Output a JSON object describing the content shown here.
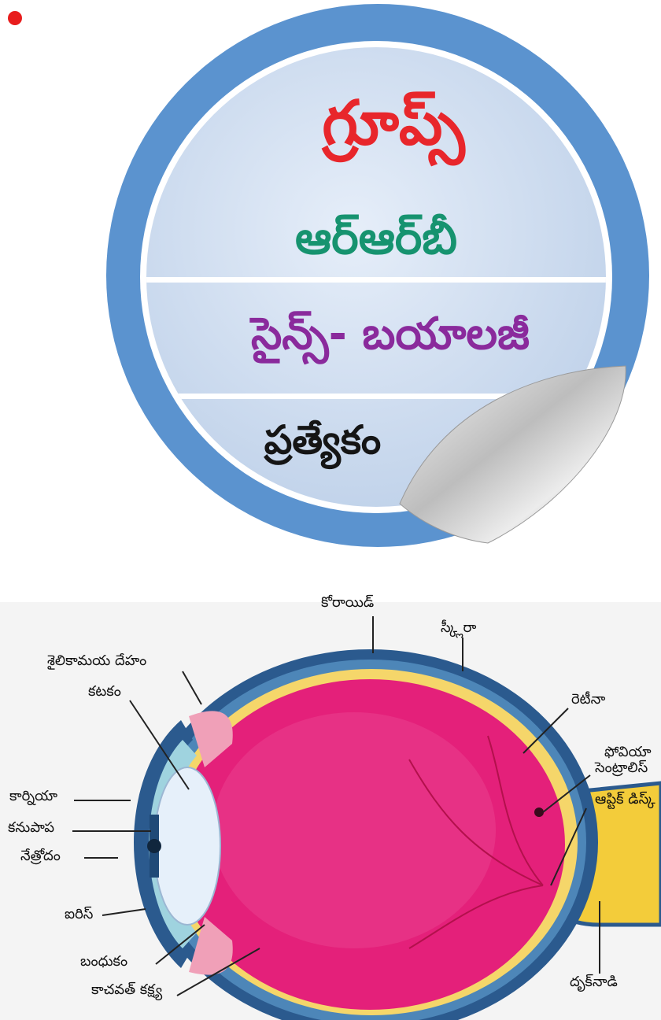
{
  "header": {
    "title": "గ్రూప్స్",
    "subtitle": "ఆర్‌ఆర్‌బీ",
    "topic": "సైన్స్- బయాలజీ",
    "tag": "ప్రత్యేకం"
  },
  "diagram": {
    "labels": {
      "choroid": "కోరాయిడ్",
      "sclera": "స్క్లీరా",
      "ciliary": "శైలికామయ దేహం",
      "lens": "కటకం",
      "retina": "రెటీనా",
      "fovea": "ఫోవియా",
      "centralis": "సెంట్రాలిస్",
      "cornea": "కార్నియా",
      "pupil": "కనుపాప",
      "aqueous": "నేత్రోదం",
      "optic_disc": "ఆప్టిక్ డిస్క్",
      "iris": "ఐరిస్",
      "suspensory": "బంధుకం",
      "vitreous": "కాచవత్ కక్ష్య",
      "optic_nerve": "దృక్‌నాడి"
    }
  },
  "colors": {
    "accent_red": "#e8262b",
    "accent_green": "#16936f",
    "accent_purple": "#8a2a9c",
    "ring_blue": "#5b93cf",
    "eyeball_magenta": "#e4207a"
  }
}
